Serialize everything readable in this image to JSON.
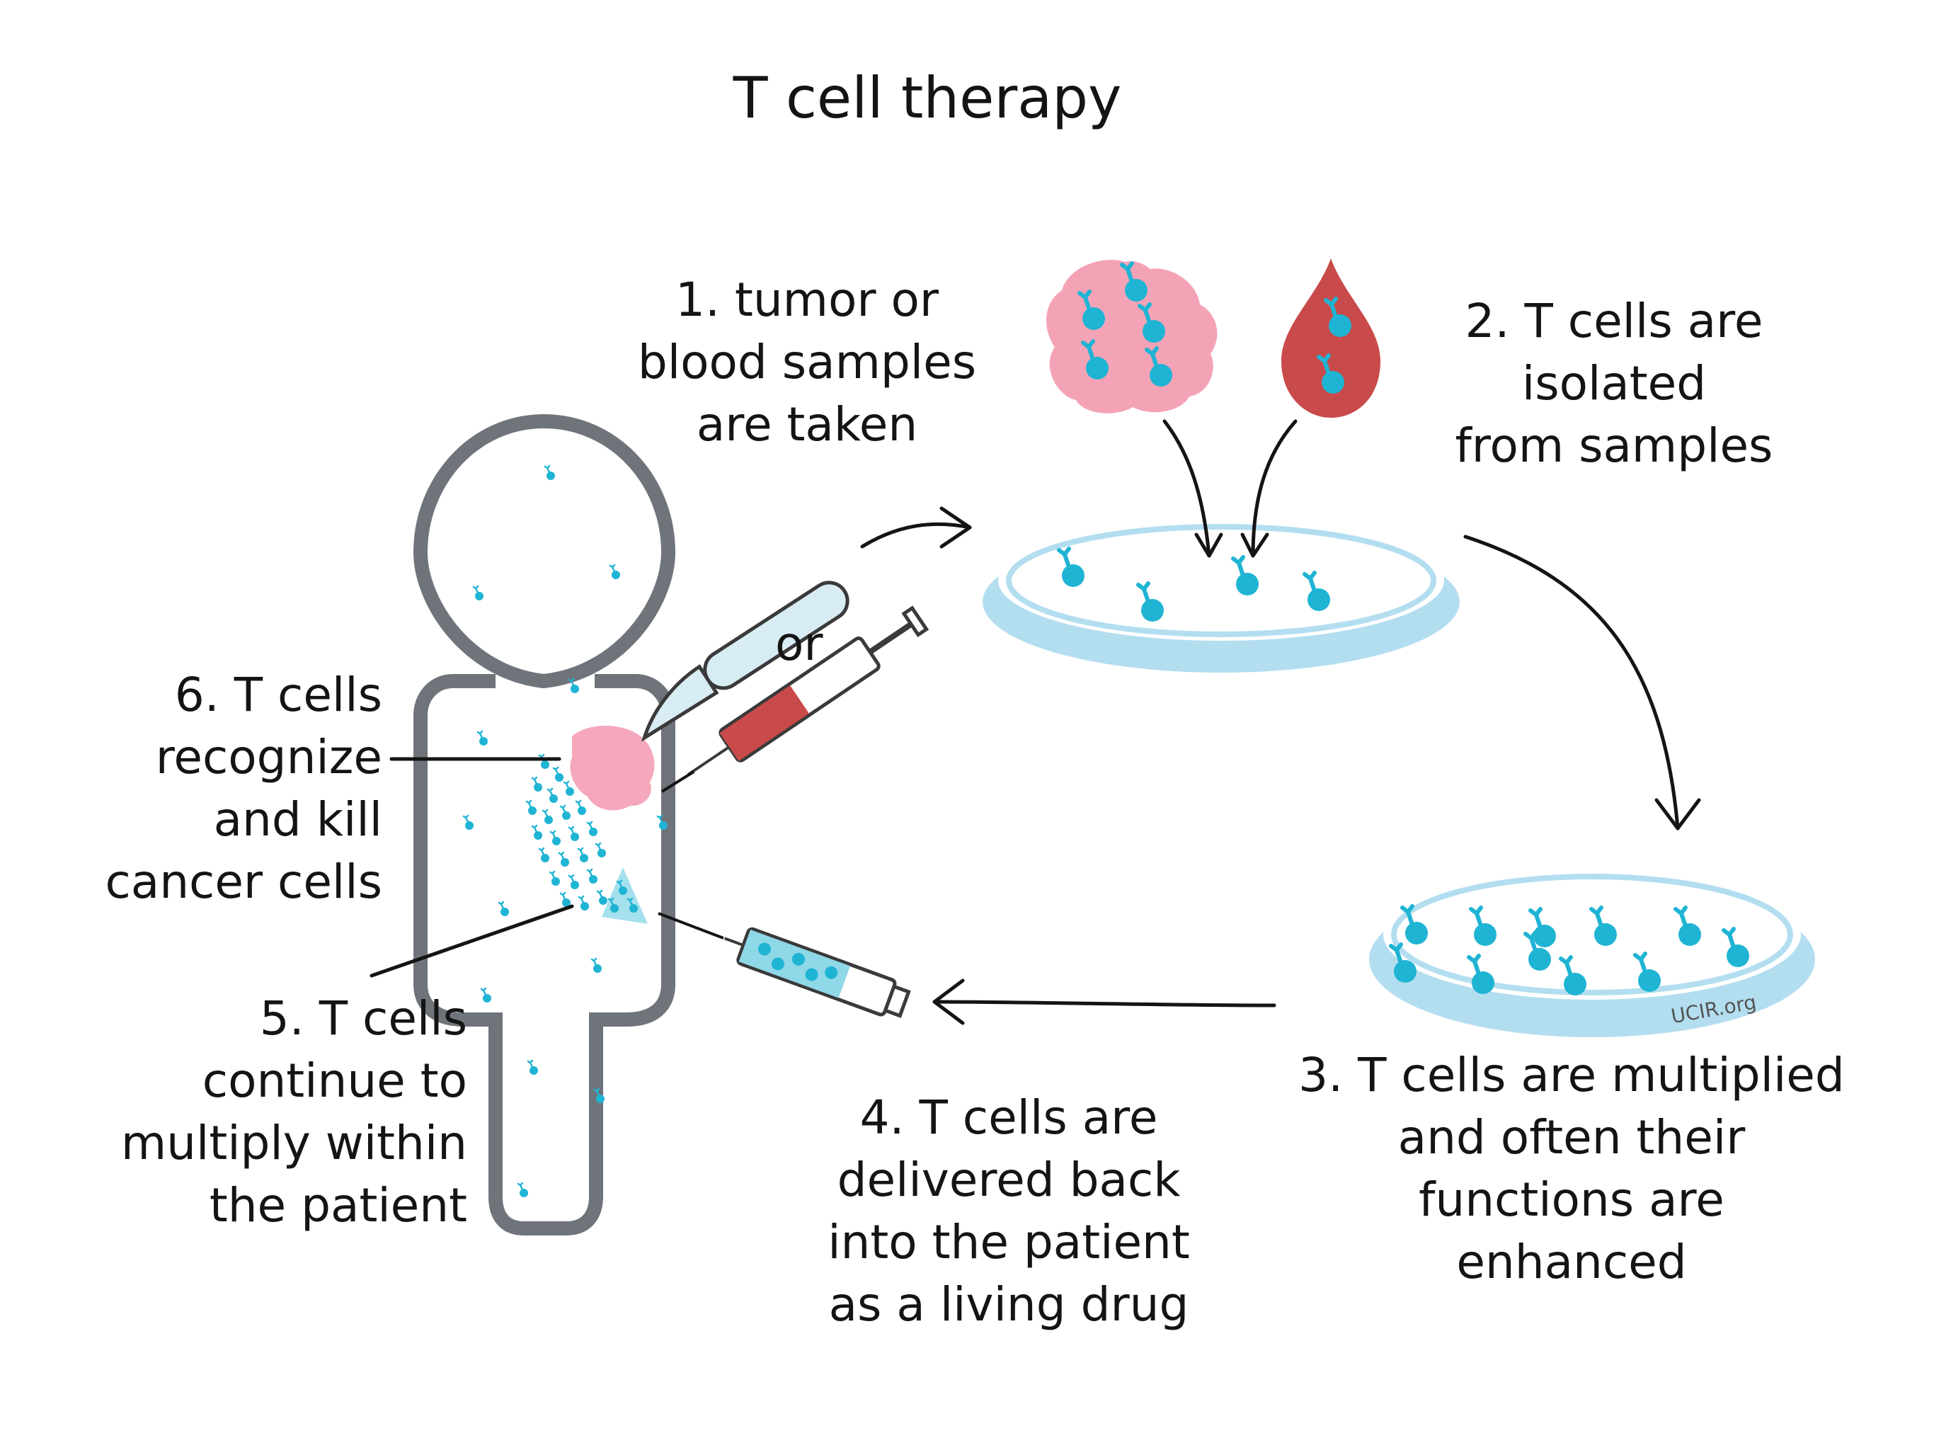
{
  "title": "T cell therapy",
  "steps": {
    "step1": {
      "lines": [
        "1. tumor or",
        "blood samples",
        "are taken"
      ]
    },
    "step2": {
      "lines": [
        "2. T cells are",
        "isolated",
        "from samples"
      ]
    },
    "step3": {
      "lines": [
        "3. T cells are multiplied",
        "and often their",
        "functions are",
        "enhanced"
      ]
    },
    "step4": {
      "lines": [
        "4. T cells are",
        "delivered back",
        "into the patient",
        "as a living drug"
      ]
    },
    "step5": {
      "lines": [
        "5. T cells",
        "continue to",
        "multiply within",
        "the patient"
      ]
    },
    "step6": {
      "lines": [
        "6. T cells",
        "recognize",
        "and kill",
        "cancer cells"
      ]
    }
  },
  "or_label": "or",
  "watermark": "UCIR.org",
  "colors": {
    "outline": "#6f747b",
    "cell": "#1fb4d4",
    "tumor": "#f4a3b7",
    "blood": "#c94a4a",
    "dish": "#b3def0",
    "ink": "#141414"
  },
  "icons": [
    "person-outline-icon",
    "scalpel-icon",
    "syringe-icon",
    "petri-dish-icon",
    "blood-drop-icon",
    "tumor-icon",
    "t-cell-icon",
    "arrow-icon"
  ]
}
